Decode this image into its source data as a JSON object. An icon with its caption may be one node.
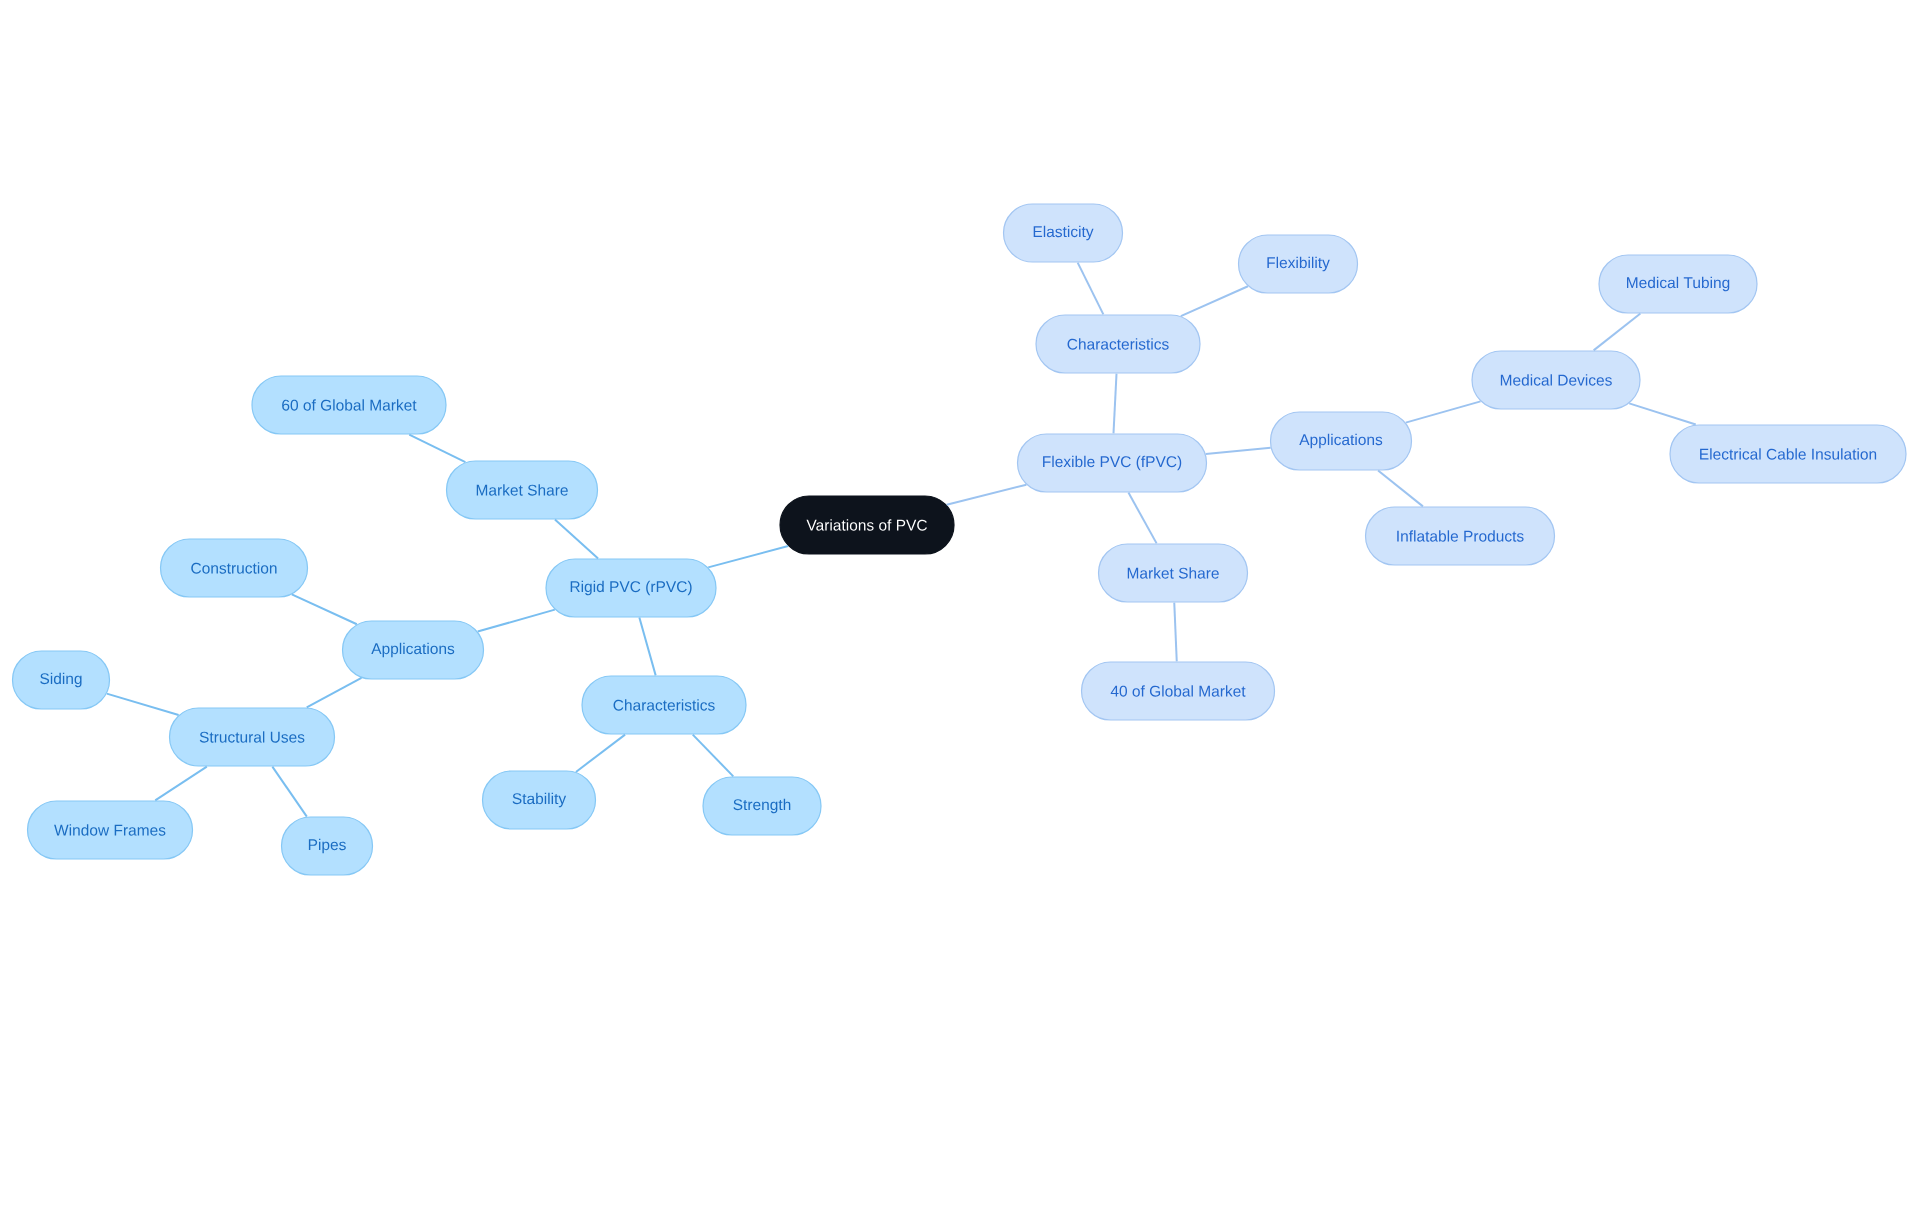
{
  "diagram": {
    "nodes": [
      {
        "text": [
          "Variations of PVC"
        ]
      },
      {
        "text": [
          "Rigid PVC (rPVC)"
        ]
      },
      {
        "text": [
          "Market Share"
        ]
      },
      {
        "text": [
          "60 of Global Market"
        ]
      },
      {
        "text": [
          "Applications"
        ]
      },
      {
        "text": [
          "Construction"
        ]
      },
      {
        "text": [
          "Structural Uses"
        ]
      },
      {
        "text": [
          "Siding"
        ]
      },
      {
        "text": [
          "Window Frames"
        ]
      },
      {
        "text": [
          "Pipes"
        ]
      },
      {
        "text": [
          "Characteristics"
        ]
      },
      {
        "text": [
          "Stability"
        ]
      },
      {
        "text": [
          "Strength"
        ]
      },
      {
        "text": [
          "Flexible PVC (fPVC)"
        ]
      },
      {
        "text": [
          "Characteristics"
        ]
      },
      {
        "text": [
          "Elasticity"
        ]
      },
      {
        "text": [
          "Flexibility"
        ]
      },
      {
        "text": [
          "Applications"
        ]
      },
      {
        "text": [
          "Medical Devices"
        ]
      },
      {
        "text": [
          "Medical Tubing"
        ]
      },
      {
        "text": [
          "Electrical Cable Insulation"
        ]
      },
      {
        "text": [
          "Inflatable Products"
        ]
      },
      {
        "text": [
          "Market Share"
        ]
      },
      {
        "text": [
          "40 of Global Market"
        ]
      }
    ],
    "edges": [
      {
        "from": 0,
        "to": 1,
        "arrow": "none"
      },
      {
        "from": 1,
        "to": 2,
        "arrow": "none"
      },
      {
        "from": 2,
        "to": 3,
        "arrow": "none"
      },
      {
        "from": 1,
        "to": 4,
        "arrow": "none"
      },
      {
        "from": 4,
        "to": 5,
        "arrow": "none"
      },
      {
        "from": 4,
        "to": 6,
        "arrow": "none"
      },
      {
        "from": 6,
        "to": 7,
        "arrow": "none"
      },
      {
        "from": 6,
        "to": 8,
        "arrow": "none"
      },
      {
        "from": 6,
        "to": 9,
        "arrow": "none"
      },
      {
        "from": 1,
        "to": 10,
        "arrow": "none"
      },
      {
        "from": 10,
        "to": 11,
        "arrow": "none"
      },
      {
        "from": 10,
        "to": 12,
        "arrow": "none"
      },
      {
        "from": 0,
        "to": 13,
        "arrow": "none",
        "color": "#9cc3f0"
      },
      {
        "from": 13,
        "to": 14,
        "arrow": "none",
        "color": "#9cc3f0"
      },
      {
        "from": 14,
        "to": 15,
        "arrow": "none",
        "color": "#9cc3f0"
      },
      {
        "from": 14,
        "to": 16,
        "arrow": "none",
        "color": "#9cc3f0"
      },
      {
        "from": 13,
        "to": 17,
        "arrow": "none",
        "color": "#9cc3f0"
      },
      {
        "from": 17,
        "to": 18,
        "arrow": "none",
        "color": "#9cc3f0"
      },
      {
        "from": 18,
        "to": 19,
        "arrow": "none",
        "color": "#9cc3f0"
      },
      {
        "from": 18,
        "to": 20,
        "arrow": "none",
        "color": "#9cc3f0"
      },
      {
        "from": 17,
        "to": 21,
        "arrow": "none",
        "color": "#9cc3f0"
      },
      {
        "from": 13,
        "to": 22,
        "arrow": "none",
        "color": "#9cc3f0"
      },
      {
        "from": 22,
        "to": 23,
        "arrow": "none",
        "color": "#9cc3f0"
      }
    ]
  }
}
